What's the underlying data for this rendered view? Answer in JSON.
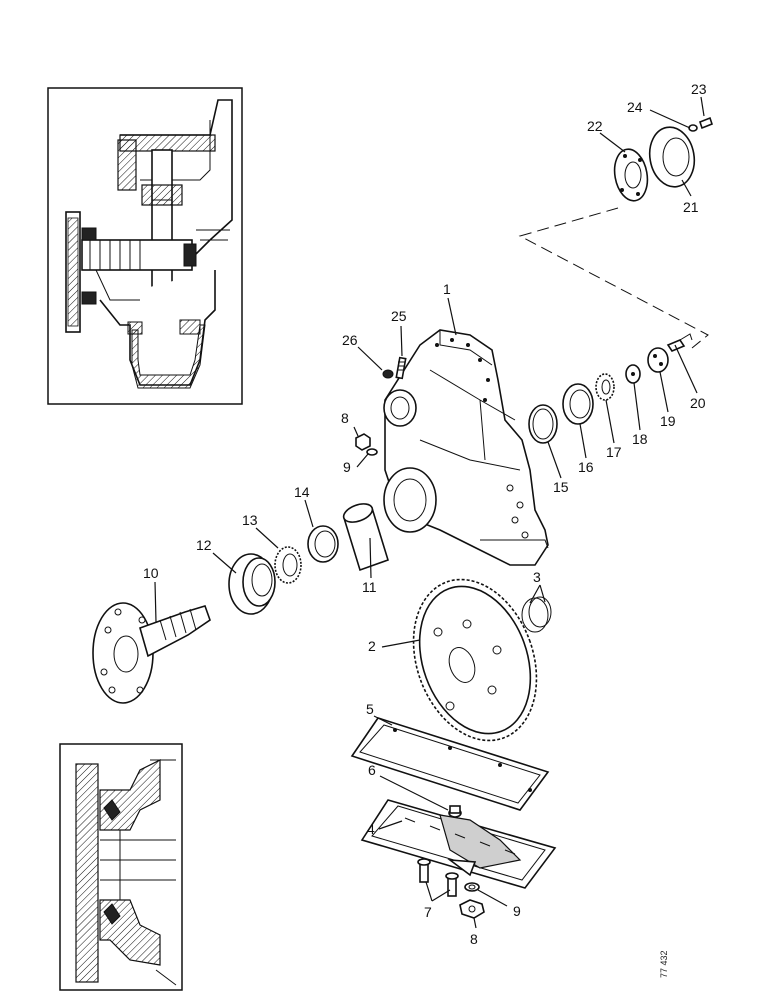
{
  "diagram": {
    "drawing_number": "77 432",
    "callouts": {
      "c1": "1",
      "c2": "2",
      "c3": "3",
      "c4": "4",
      "c5": "5",
      "c6": "6",
      "c7": "7",
      "c8a": "8",
      "c8b": "8",
      "c9a": "9",
      "c9b": "9",
      "c10": "10",
      "c11": "11",
      "c12": "12",
      "c13": "13",
      "c14": "14",
      "c15": "15",
      "c16": "16",
      "c17": "17",
      "c18": "18",
      "c19": "19",
      "c20": "20",
      "c21": "21",
      "c22": "22",
      "c23": "23",
      "c24": "24",
      "c25": "25",
      "c26": "26"
    }
  }
}
